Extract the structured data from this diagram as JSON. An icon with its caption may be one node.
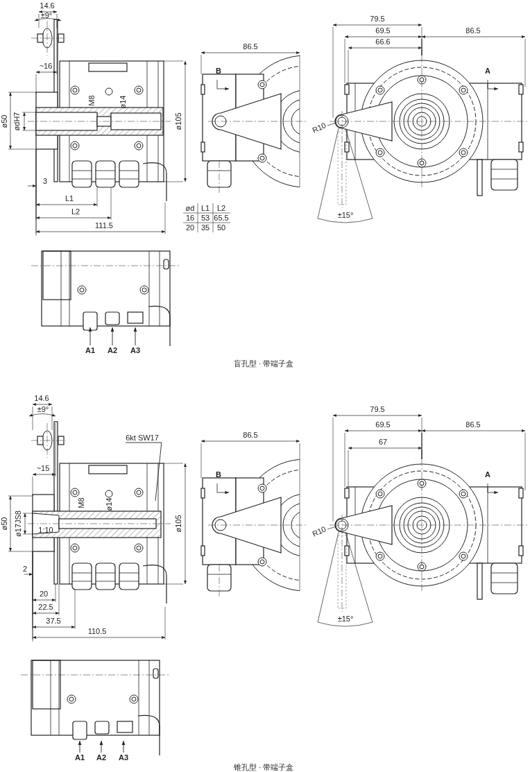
{
  "diagram": {
    "nodes": [
      {
        "text": [
          "A1"
        ]
      },
      {
        "text": [
          "A2"
        ]
      },
      {
        "text": [
          "A3"
        ]
      },
      {
        "text": [
          "A1"
        ]
      },
      {
        "text": [
          "A2"
        ]
      },
      {
        "text": [
          "A3"
        ]
      },
      {
        "text": [
          "6kt SW17"
        ]
      }
    ],
    "edges": [
      {
        "from": 0,
        "to": null,
        "arrow": "to"
      },
      {
        "from": 1,
        "to": null,
        "arrow": "to"
      },
      {
        "from": 2,
        "to": null,
        "arrow": "to"
      },
      {
        "from": 3,
        "to": null,
        "arrow": "to"
      },
      {
        "from": 4,
        "to": null,
        "arrow": "to"
      },
      {
        "from": 5,
        "to": null,
        "arrow": "to"
      },
      {
        "from": 6,
        "to": null,
        "arrow": "none"
      }
    ],
    "labels": [
      "14.6",
      "±9°",
      "86.5",
      "79.5",
      "69.5",
      "86.5",
      "66.6",
      "~16",
      "B",
      "A",
      "M8",
      "ø14",
      "ø50",
      "ødH7",
      "ø105",
      "R10",
      "3",
      "L1",
      "L2",
      "111.5",
      "ød",
      "L1",
      "L2",
      "16",
      "53",
      "65.5",
      "20",
      "35",
      "50",
      "±15°",
      "盲孔型 · 带端子盒",
      "14.6",
      "±9°",
      "86.5",
      "79.5",
      "69.5",
      "86.5",
      "67",
      "~15",
      "B",
      "A",
      "M8",
      "ø14",
      "ø50",
      "ø17JS8",
      "1:10",
      "ø105",
      "R10",
      "2",
      "20",
      "22.5",
      "37.5",
      "110.5",
      "±15°",
      "锥孔型 · 带端子盒"
    ]
  }
}
